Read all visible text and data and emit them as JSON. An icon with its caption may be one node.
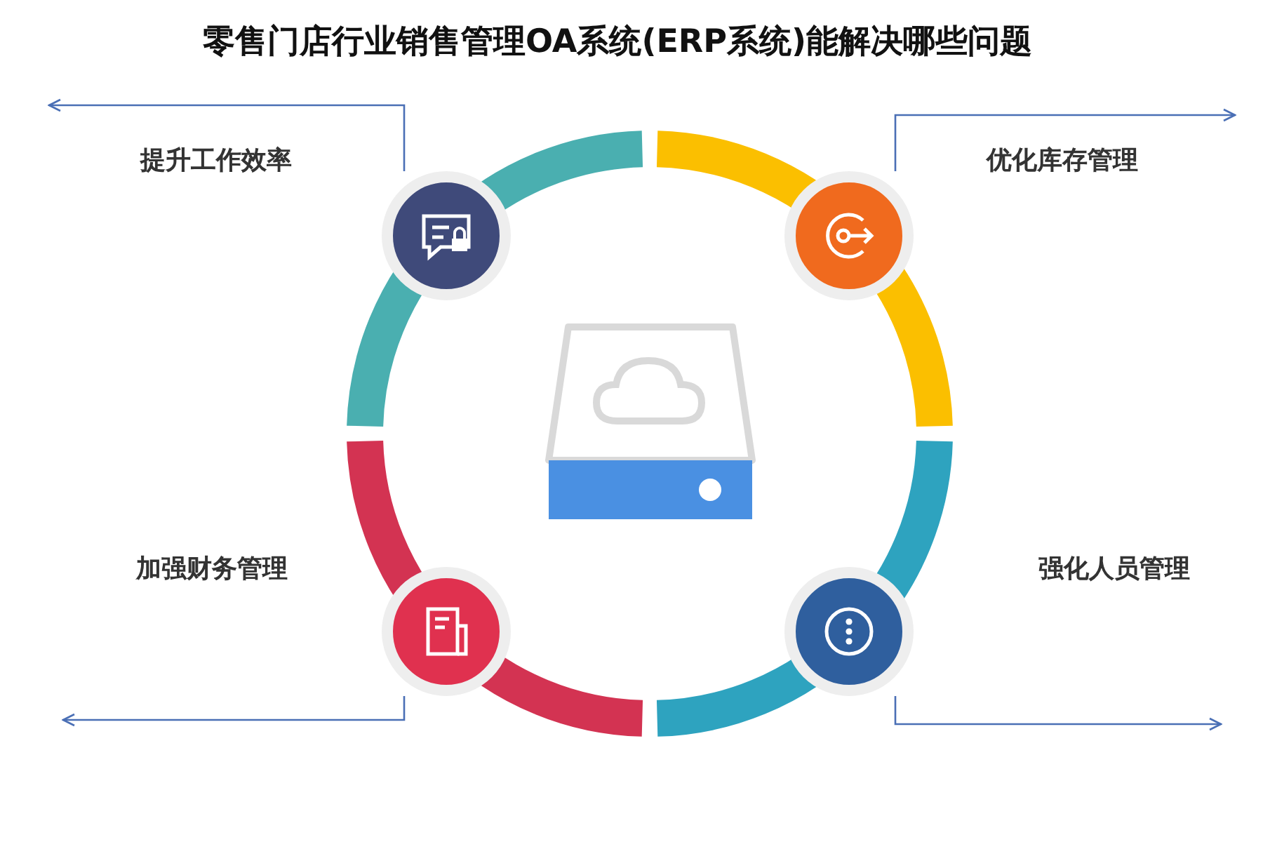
{
  "diagram": {
    "title": "零售门店行业销售管理OA系统(ERP系统)能解决哪些问题",
    "nodes": [
      {
        "text": [],
        "shape": "circle",
        "beside": [
          "提升工作效率"
        ]
      },
      {
        "text": [],
        "shape": "circle",
        "beside": [
          "优化库存管理"
        ]
      },
      {
        "text": [],
        "shape": "circle",
        "beside": [
          "加强财务管理"
        ]
      },
      {
        "text": [],
        "shape": "circle"
      }
    ],
    "labels": [
      "强化人员管理"
    ],
    "edges": [
      {
        "from": 0,
        "to": null,
        "arrow": "to"
      },
      {
        "from": 1,
        "to": null,
        "arrow": "to"
      },
      {
        "from": 2,
        "to": null,
        "arrow": "to"
      },
      {
        "from": 3,
        "to": null,
        "arrow": "to"
      }
    ]
  }
}
